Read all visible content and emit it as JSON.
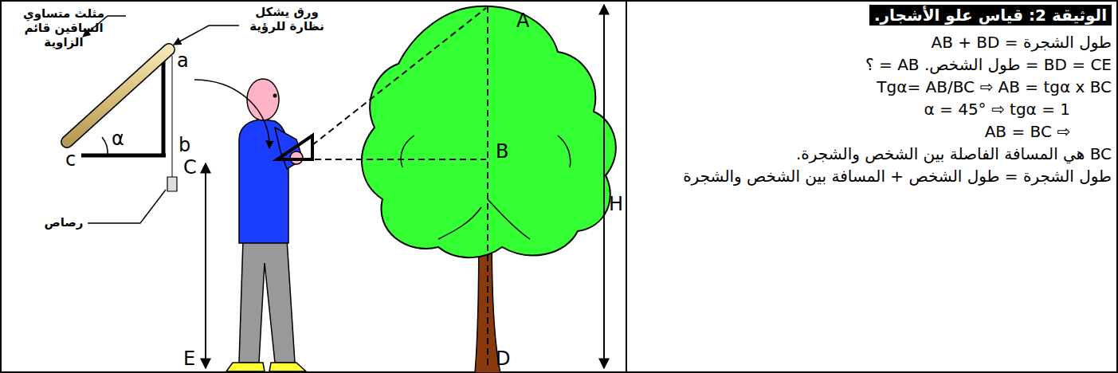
{
  "diagram": {
    "title": "الوثيقة 2: قياس علو الأشجار.",
    "labels": [
      "مثلث متساوي الساقين قائم الزاوية",
      "ورق يشكل نظارة للرؤية",
      "a",
      "α",
      "b",
      "c",
      "رصاص",
      "A",
      "B",
      "C",
      "E",
      "D",
      "H",
      "طول الشجرة = AB + BD",
      "BD = CE = طول الشخص.  AB = ؟",
      "Tgα= AB/BC  ⇨  AB = tgα x BC",
      "α = 45°  ⇨  tgα = 1",
      "⇨  AB = BC",
      "BC هي المسافة الفاصلة بين الشخص والشجرة.",
      "طول الشجرة = طول الشخص + المسافة بين الشخص والشجرة"
    ]
  }
}
